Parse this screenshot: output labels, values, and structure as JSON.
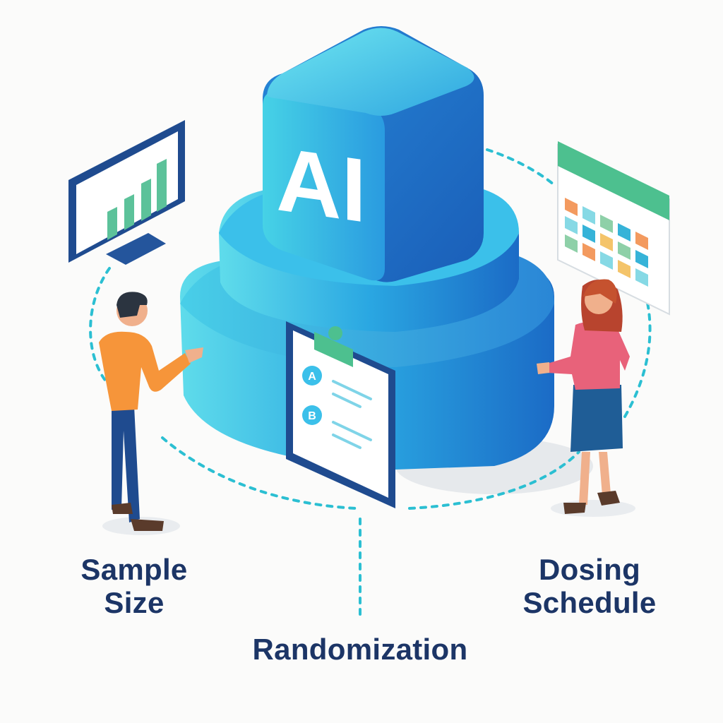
{
  "center": {
    "badge_text": "AI"
  },
  "clipboard": {
    "option_a": "A",
    "option_b": "B"
  },
  "labels": {
    "sample_size_line1": "Sample",
    "sample_size_line2": "Size",
    "dosing_line1": "Dosing",
    "dosing_line2": "Schedule",
    "randomization": "Randomization"
  },
  "colors": {
    "label_text": "#1c3566",
    "cube_light": "#5fe0ee",
    "cube_dark": "#1b74c9",
    "dashed_line": "#2bbfd2",
    "monitor_frame": "#1f4b8f",
    "bar_green": "#5cc29a",
    "calendar_header": "#4dc08f"
  },
  "icons": {
    "monitor": "bar-chart-monitor-icon",
    "calendar": "calendar-grid-icon",
    "clipboard": "clipboard-checklist-icon"
  }
}
